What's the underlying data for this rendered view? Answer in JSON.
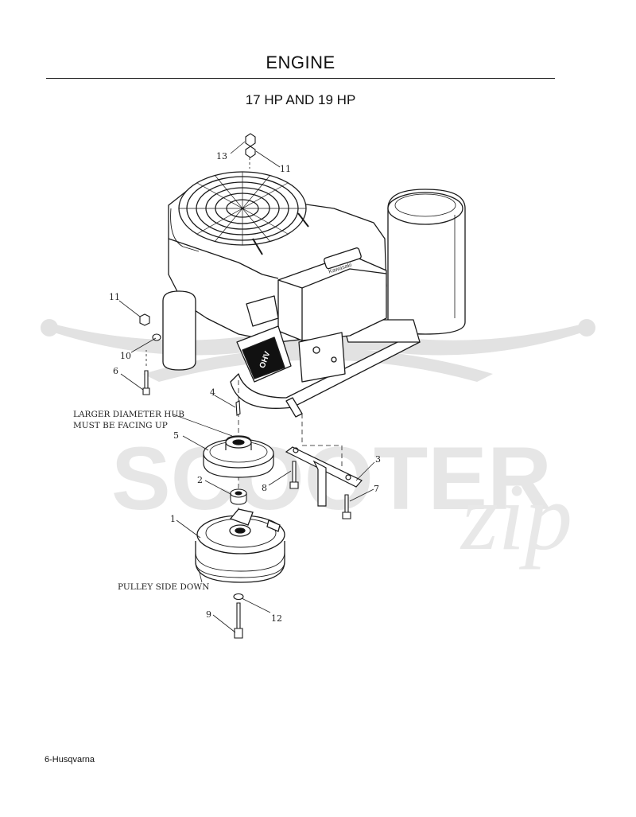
{
  "header": {
    "title": "ENGINE",
    "subtitle": "17 HP AND 19 HP"
  },
  "footer": {
    "page_label": "6-Husqvarna"
  },
  "watermark": {
    "text": "SCOOTER",
    "script": "zip",
    "color": "#e6e6e6"
  },
  "engine_decals": {
    "oil_label": "OHV",
    "brand_plate": "Kawasaki"
  },
  "callouts": {
    "c1": "1",
    "c2": "2",
    "c3": "3",
    "c4": "4",
    "c5": "5",
    "c6": "6",
    "c7": "7",
    "c8": "8",
    "c9": "9",
    "c10": "10",
    "c11a": "11",
    "c11b": "11",
    "c12": "12",
    "c13": "13"
  },
  "notes": {
    "hub_line1": "LARGER DIAMETER HUB",
    "hub_line2": "MUST BE FACING UP",
    "pulley": "PULLEY SIDE DOWN"
  }
}
